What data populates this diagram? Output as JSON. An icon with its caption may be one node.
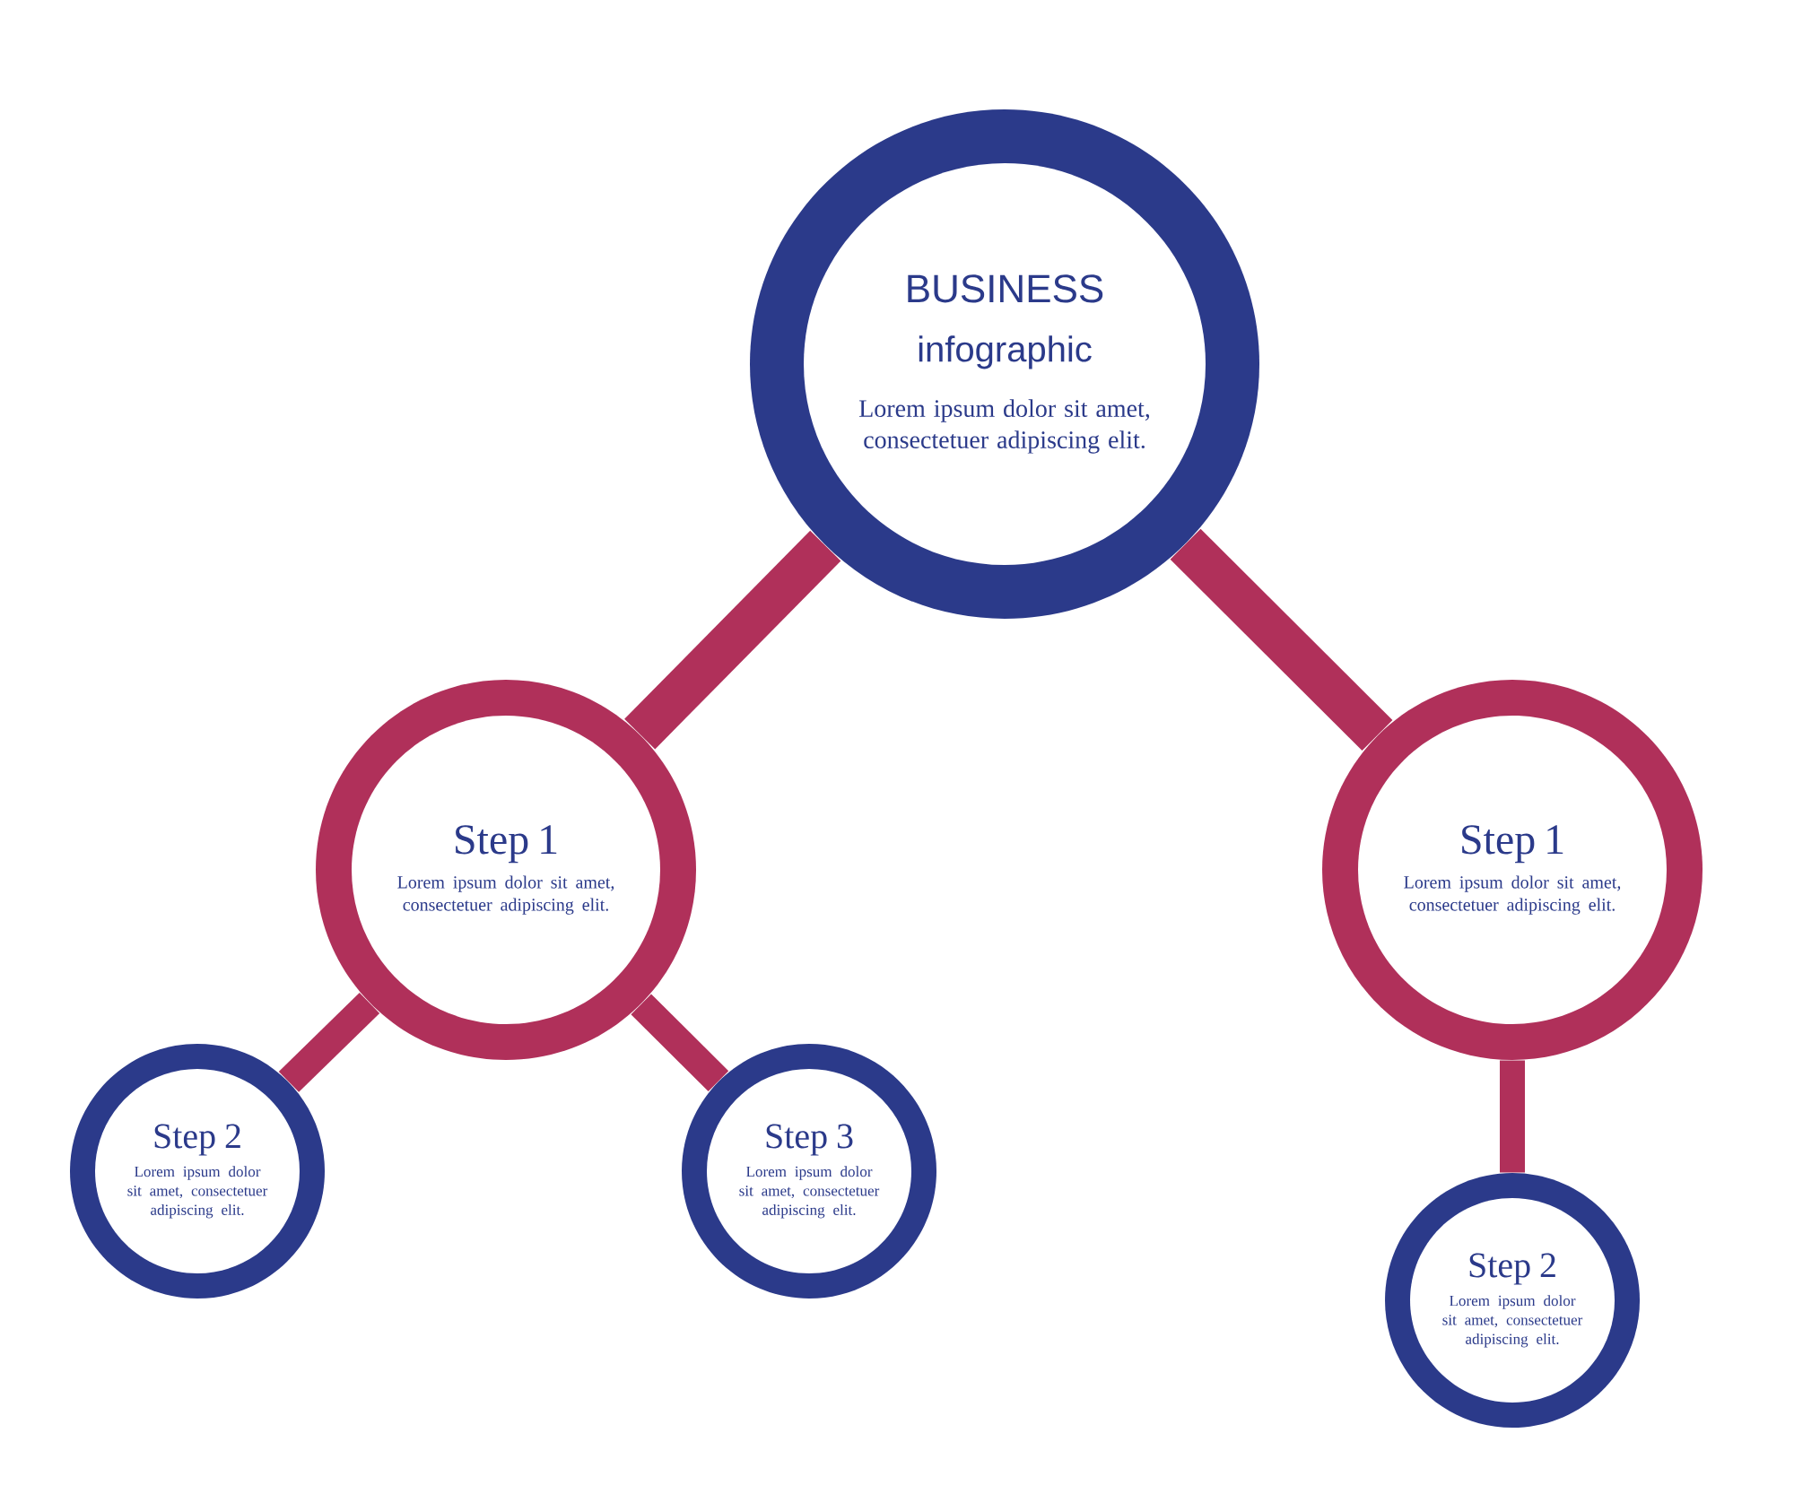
{
  "diagram": {
    "nodes": [
      {
        "text": [
          "BUSINESS",
          "infographic",
          "Lorem ipsum dolor sit amet, consectetuer adipiscing elit."
        ]
      },
      {
        "text": [
          "Step 1",
          "Lorem ipsum dolor sit amet, consectetuer adipiscing elit."
        ]
      },
      {
        "text": [
          "Step 2",
          "Lorem ipsum dolor sit amet, consectetuer adipiscing elit."
        ]
      },
      {
        "text": [
          "Step 3",
          "Lorem ipsum dolor sit amet, consectetuer adipiscing elit."
        ]
      },
      {
        "text": [
          "Step 1",
          "Lorem ipsum dolor sit amet, consectetuer adipiscing elit."
        ]
      },
      {
        "text": [
          "Step 2",
          "Lorem ipsum dolor sit amet, consectetuer adipiscing elit."
        ]
      }
    ],
    "edges": [
      {
        "from": 0,
        "to": 1,
        "arrow": "none"
      },
      {
        "from": 0,
        "to": 4,
        "arrow": "none"
      },
      {
        "from": 1,
        "to": 2,
        "arrow": "none"
      },
      {
        "from": 1,
        "to": 3,
        "arrow": "none"
      },
      {
        "from": 4,
        "to": 5,
        "arrow": "none"
      }
    ]
  }
}
